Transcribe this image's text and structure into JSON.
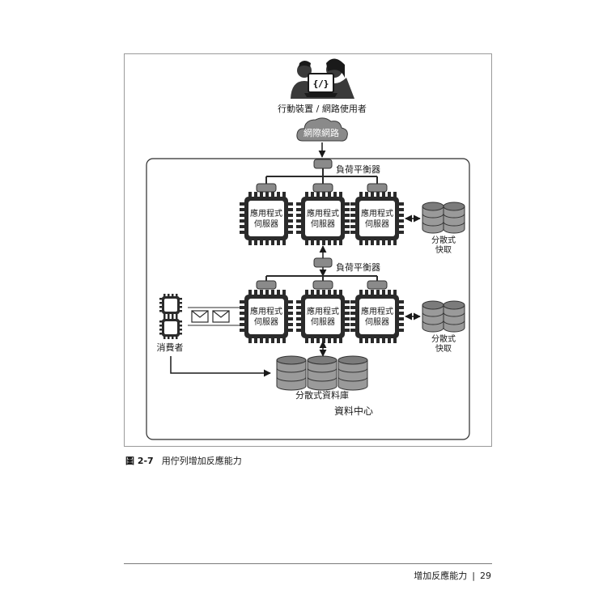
{
  "diagram": {
    "users_label": "行動裝置 / 網路使用者",
    "code_icon_text": "{/}",
    "internet_label": "網際網路",
    "load_balancer_label": "負荷平衡器",
    "app_server_line1": "應用程式",
    "app_server_line2": "伺服器",
    "cache_line1": "分散式",
    "cache_line2": "快取",
    "consumers_label": "消費者",
    "database_label": "分散式資料庫",
    "datacenter_label": "資料中心"
  },
  "caption": {
    "number": "圖 2-7",
    "text": "用佇列增加反應能力"
  },
  "footer": {
    "section": "增加反應能力",
    "separator": "|",
    "page": "29"
  }
}
